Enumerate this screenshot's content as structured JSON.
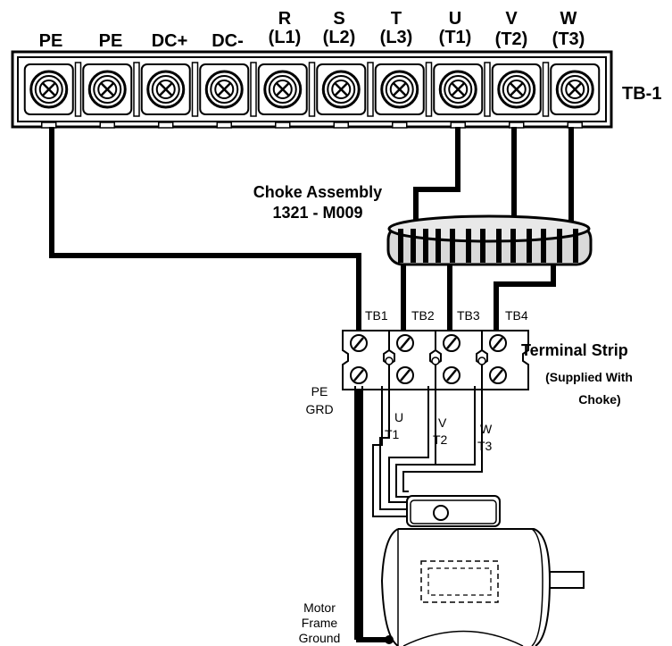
{
  "terminals": [
    {
      "top": "",
      "bottom": "PE"
    },
    {
      "top": "",
      "bottom": "PE"
    },
    {
      "top": "",
      "bottom": "DC+"
    },
    {
      "top": "",
      "bottom": "DC-"
    },
    {
      "top": "R",
      "bottom": "(L1)"
    },
    {
      "top": "S",
      "bottom": "(L2)"
    },
    {
      "top": "T",
      "bottom": "(L3)"
    },
    {
      "top": "U",
      "bottom": "(T1)"
    },
    {
      "top": "V",
      "bottom": "(T2)"
    },
    {
      "top": "W",
      "bottom": "(T3)"
    }
  ],
  "tb1_label": "TB-1",
  "choke": {
    "line1": "Choke Assembly",
    "line2": "1321 - M009"
  },
  "strip_terminals": [
    "TB1",
    "TB2",
    "TB3",
    "TB4"
  ],
  "terminal_strip": {
    "title": "Terminal Strip",
    "sub1": "(Supplied With",
    "sub2": "Choke)"
  },
  "pe_grd": {
    "line1": "PE",
    "line2": "GRD"
  },
  "motor_leads": [
    {
      "top": "U",
      "bottom": "T1"
    },
    {
      "top": "V",
      "bottom": "T2"
    },
    {
      "top": "W",
      "bottom": "T3"
    }
  ],
  "motor_ground": {
    "line1": "Motor",
    "line2": "Frame",
    "line3": "Ground"
  },
  "colors": {
    "wire": "#000000",
    "choke_fill": "#d9d9d9",
    "background": "#ffffff"
  }
}
